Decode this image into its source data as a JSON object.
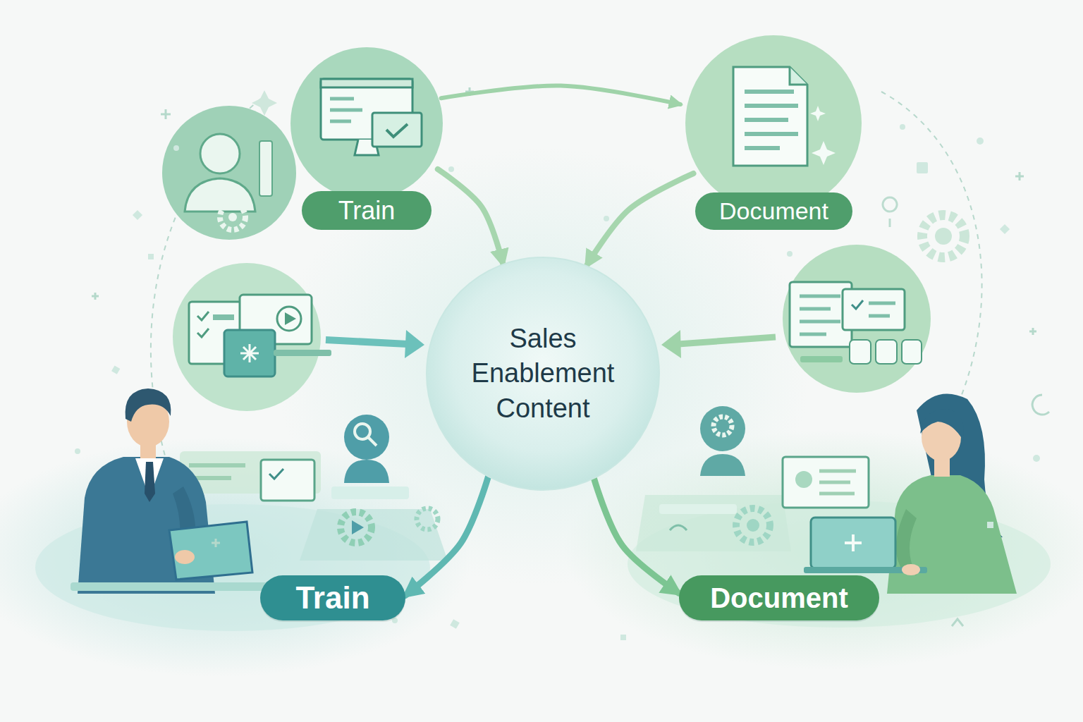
{
  "diagram": {
    "nodes": [
      {
        "text": [
          "Train"
        ]
      },
      {
        "text": [
          "Document"
        ]
      },
      {
        "text": [
          "Sales Enablement Content"
        ]
      },
      {
        "text": [
          "Train"
        ]
      },
      {
        "text": [
          "Document"
        ]
      }
    ],
    "edges": [
      {
        "from": 0,
        "to": 1,
        "arrow": "to"
      },
      {
        "from": 0,
        "to": 2,
        "arrow": "to"
      },
      {
        "from": 1,
        "to": 2,
        "arrow": "to"
      },
      {
        "from": 2,
        "to": 3,
        "arrow": "to"
      },
      {
        "from": 2,
        "to": 4,
        "arrow": "to"
      }
    ]
  }
}
